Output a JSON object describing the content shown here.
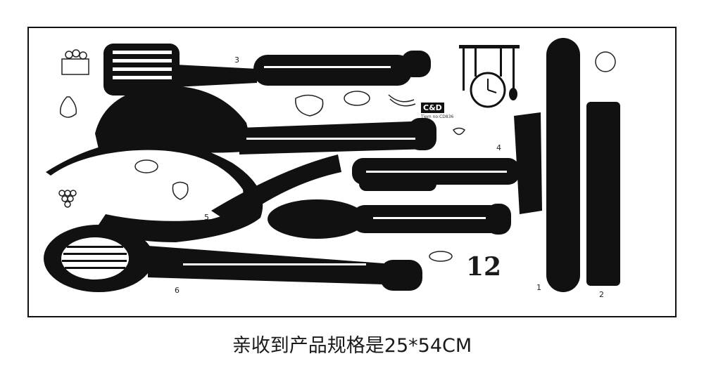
{
  "sheet": {
    "piece_numbers": [
      "1",
      "2",
      "3",
      "4",
      "5",
      "6"
    ],
    "brand_logo": "C&D",
    "item_number": "Tiem no:CD836",
    "clock_numeral": "12"
  },
  "caption": "亲收到产品规格是25*54CM",
  "colors": {
    "ink": "#111111",
    "background": "#ffffff"
  }
}
